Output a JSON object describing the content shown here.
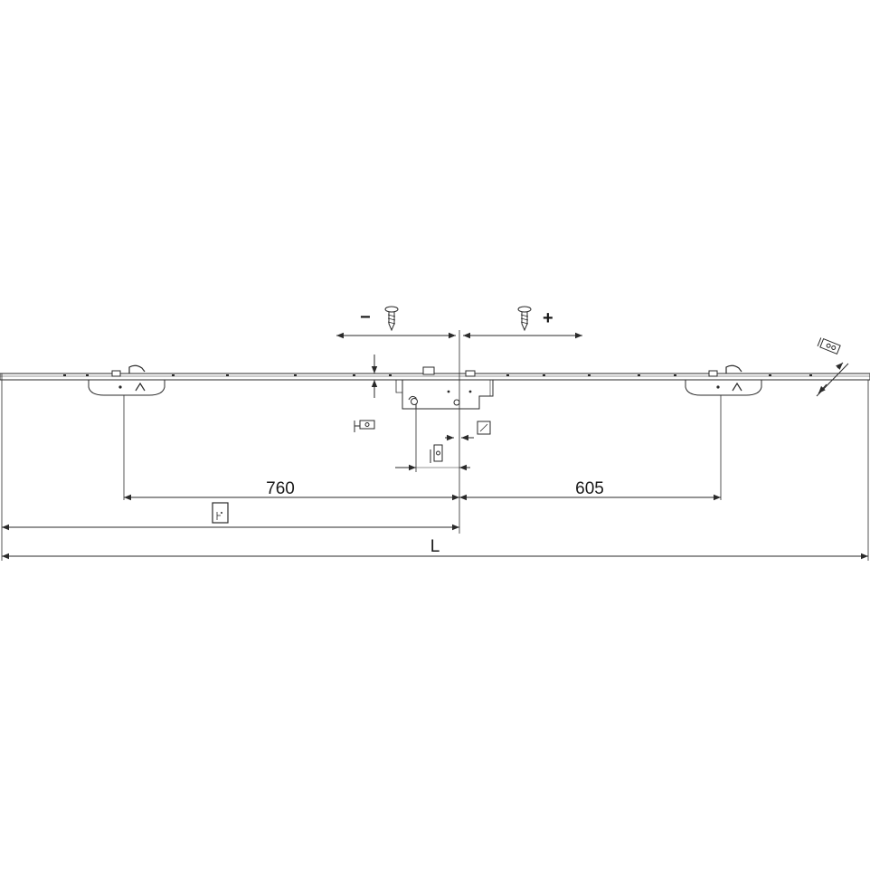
{
  "diagram": {
    "dimensions": {
      "left_backset": "760",
      "right_backset": "605",
      "total_length": "L"
    },
    "screw_adjust": {
      "minus": "−",
      "plus": "+"
    },
    "colors": {
      "line": "#2a2a2a",
      "background": "#ffffff"
    },
    "icons": [
      "screw-icon",
      "dimension-icon",
      "keep-icon",
      "square-spindle-icon",
      "faceplate-icon"
    ]
  }
}
